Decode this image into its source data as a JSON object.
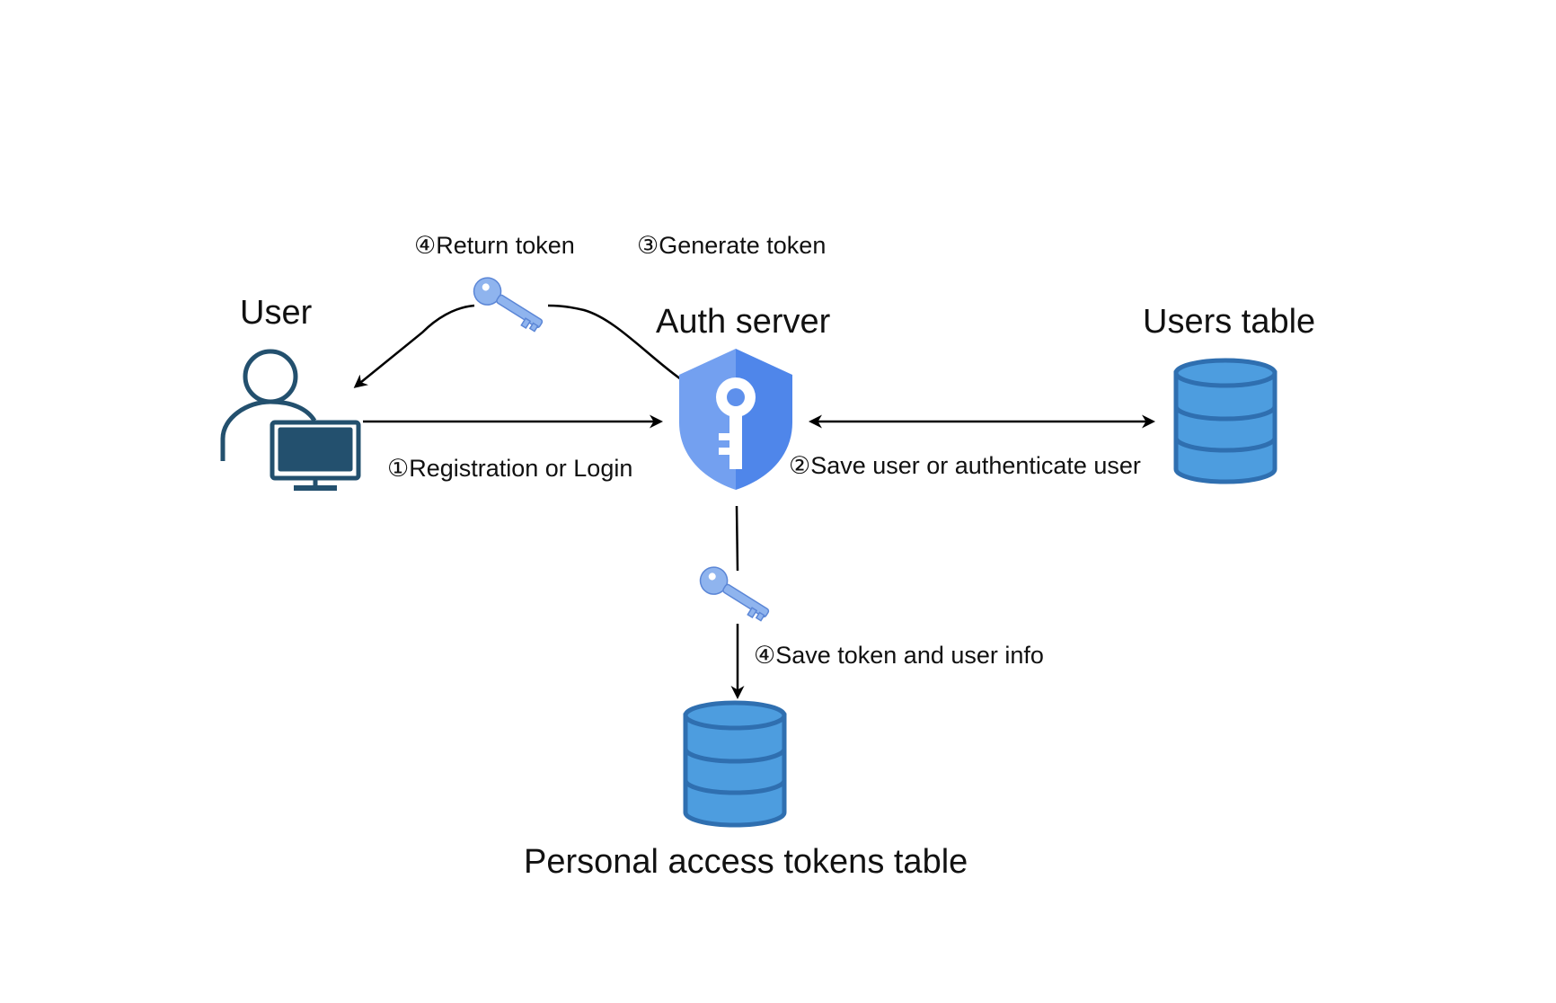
{
  "nodes": {
    "user": {
      "label": "User",
      "icon": "user-computer-icon"
    },
    "auth_server": {
      "label": "Auth server",
      "icon": "shield-key-icon"
    },
    "users_table": {
      "label": "Users table",
      "icon": "database-icon"
    },
    "tokens_table": {
      "label": "Personal access tokens table",
      "icon": "database-icon"
    }
  },
  "edges": {
    "registration": {
      "label": "①Registration or Login"
    },
    "save_user": {
      "label": "②Save user or authenticate user"
    },
    "generate_token": {
      "label": "③Generate token"
    },
    "return_token": {
      "label": "④Return token"
    },
    "save_token": {
      "label": "④Save token and user info"
    }
  },
  "colors": {
    "user_icon": "#23506e",
    "shield_left": "#73a0f0",
    "shield_right": "#4f86ea",
    "database_fill": "#4d9ddf",
    "database_stroke": "#2f6fb0",
    "key": "#8fb4ee",
    "line": "#000000"
  }
}
